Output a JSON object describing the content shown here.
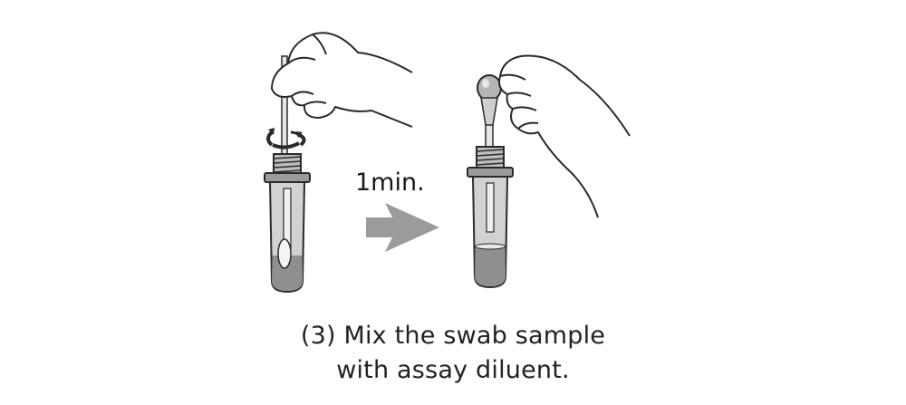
{
  "diagram": {
    "step_time_label": "1min.",
    "caption_line1": "(3) Mix the swab sample",
    "caption_line2": "with assay diluent.",
    "colors": {
      "outline": "#2a2a2a",
      "tube_body": "#c8c8c8",
      "tube_shade": "#9a9a9a",
      "liquid": "#8f8f8f",
      "arrow": "#9b9b9b"
    }
  }
}
